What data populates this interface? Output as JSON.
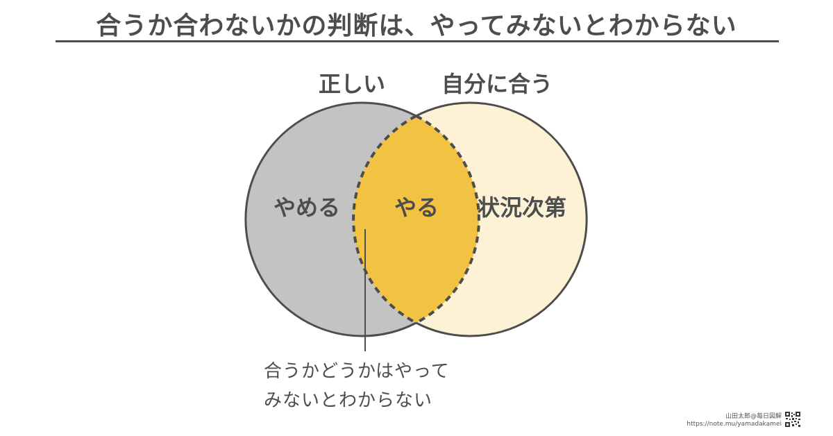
{
  "title": "合うか合わないかの判断は、やってみないとわからない",
  "sets": {
    "left_label": "正しい",
    "right_label": "自分に合う"
  },
  "regions": {
    "left_only": "やめる",
    "intersection": "やる",
    "right_only": "状況次第"
  },
  "note": {
    "line1": "合うかどうかはやって",
    "line2": "みないとわからない"
  },
  "credit": {
    "author": "山田太郎@毎日図解",
    "url": "https://note.mu/yamadakamei"
  },
  "colors": {
    "left_fill": "#c3c3c3",
    "right_fill": "#fdf1d6",
    "intersection_fill": "#f2c243",
    "stroke": "#4d4d4d"
  }
}
